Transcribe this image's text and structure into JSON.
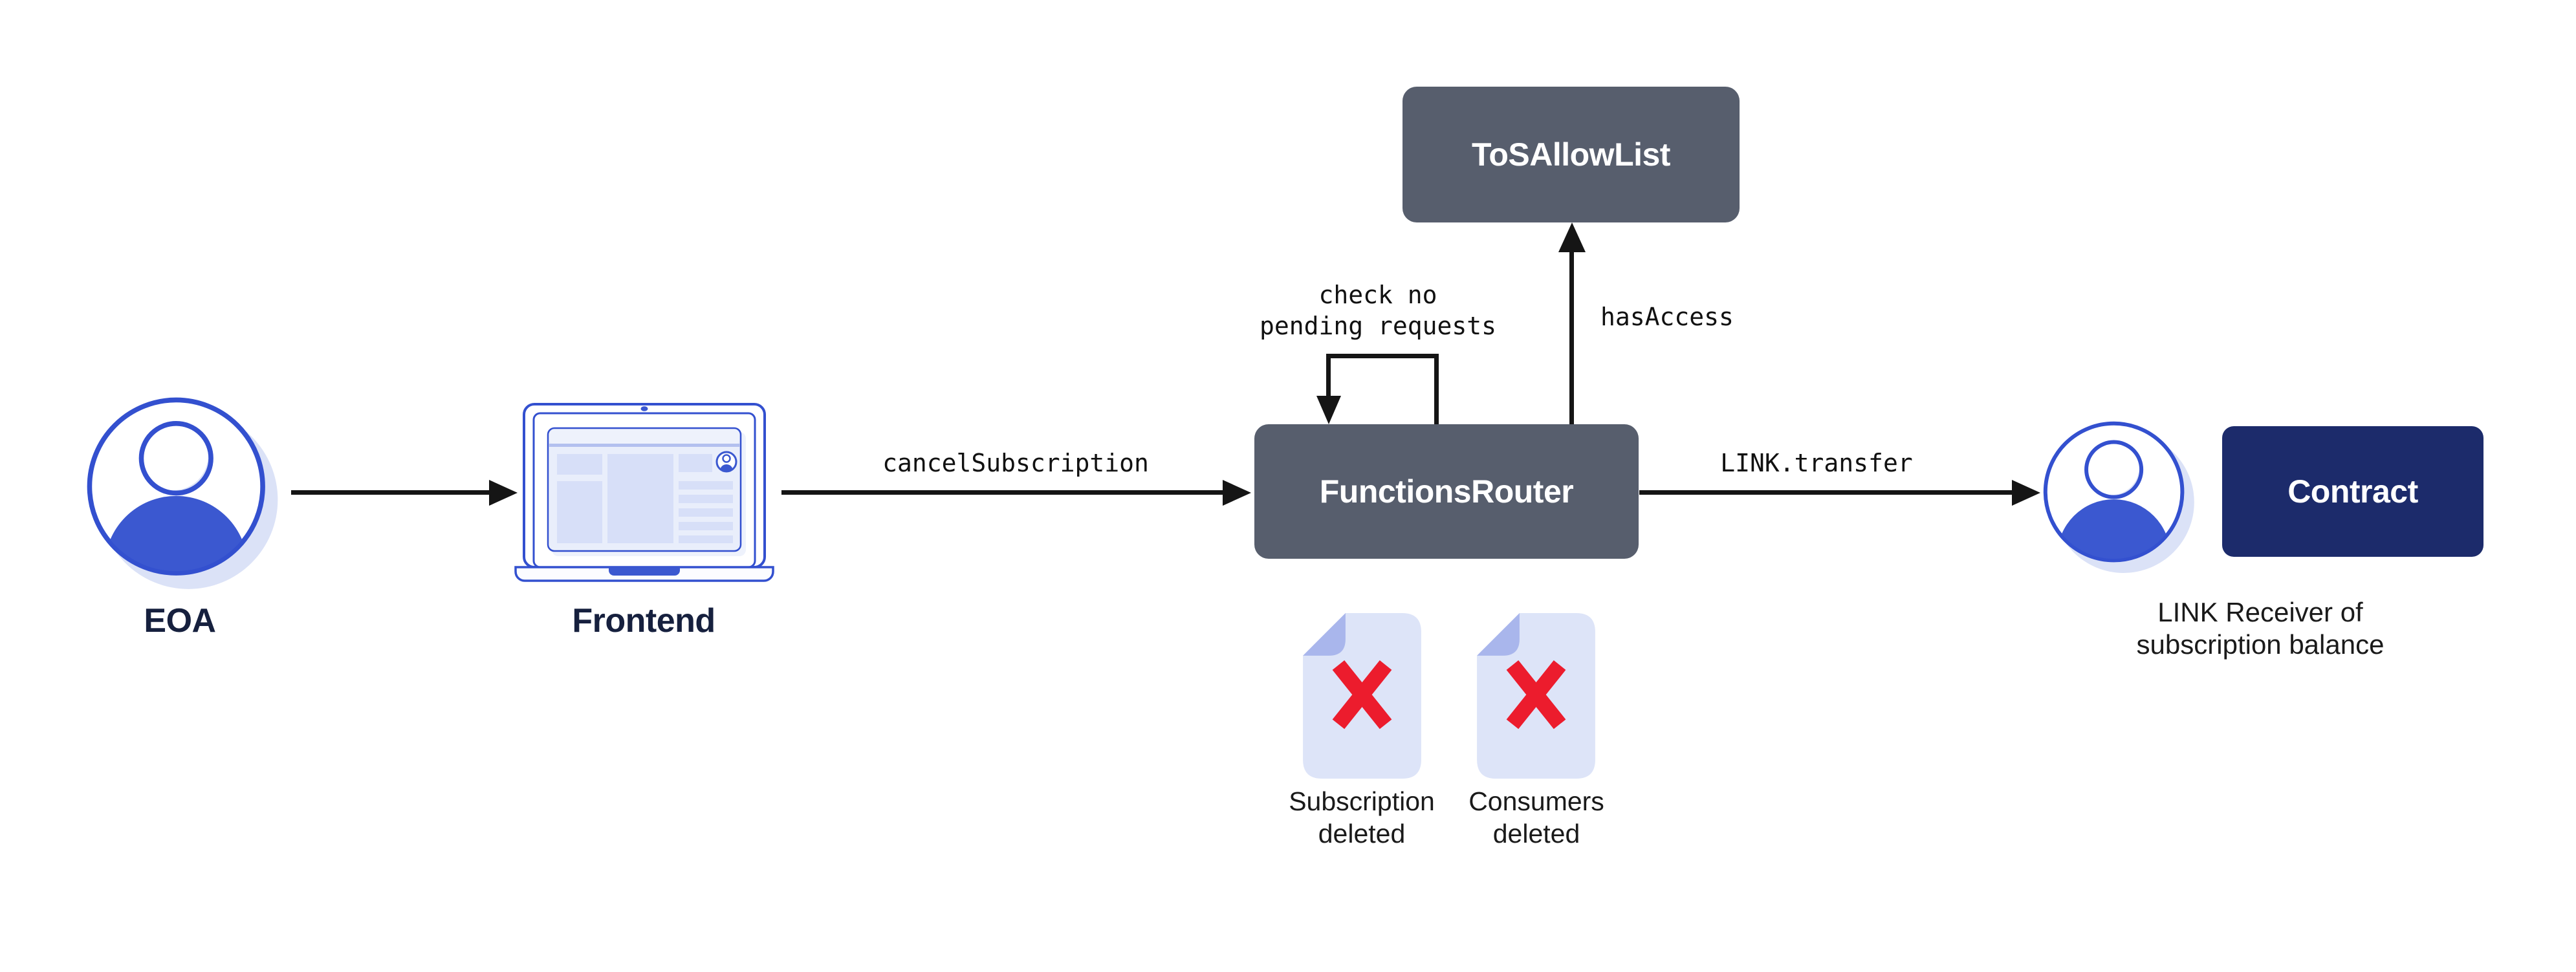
{
  "diagram": {
    "nodes": {
      "eoa": {
        "label": "EOA"
      },
      "frontend": {
        "label": "Frontend"
      },
      "functions_router": {
        "label": "FunctionsRouter"
      },
      "tos_allow_list": {
        "label": "ToSAllowList"
      },
      "contract": {
        "label": "Contract"
      },
      "link_receiver": {
        "caption_lines": [
          "LINK Receiver of",
          "subscription balance"
        ]
      }
    },
    "edges": {
      "frontend_call": {
        "label": "cancelSubscription"
      },
      "self_check": {
        "lines": [
          "check no",
          "pending requests"
        ]
      },
      "tos_check": {
        "label": "hasAccess"
      },
      "link_transfer": {
        "label": "LINK.transfer"
      }
    },
    "artifacts": [
      {
        "lines": [
          "Subscription",
          "deleted"
        ]
      },
      {
        "lines": [
          "Consumers",
          "deleted"
        ]
      }
    ],
    "colors": {
      "node_gray": "#575e6d",
      "node_navy": "#1c2b6b",
      "accent_blue": "#3b58d0",
      "outline_blue": "#3350cf",
      "shadow_blue": "#dbe2f7",
      "doc_fill": "#dde4f8",
      "doc_fold": "#a9b6ec",
      "delete_red": "#ec1c2d",
      "arrow_black": "#151515",
      "label_navy": "#16203e"
    }
  }
}
